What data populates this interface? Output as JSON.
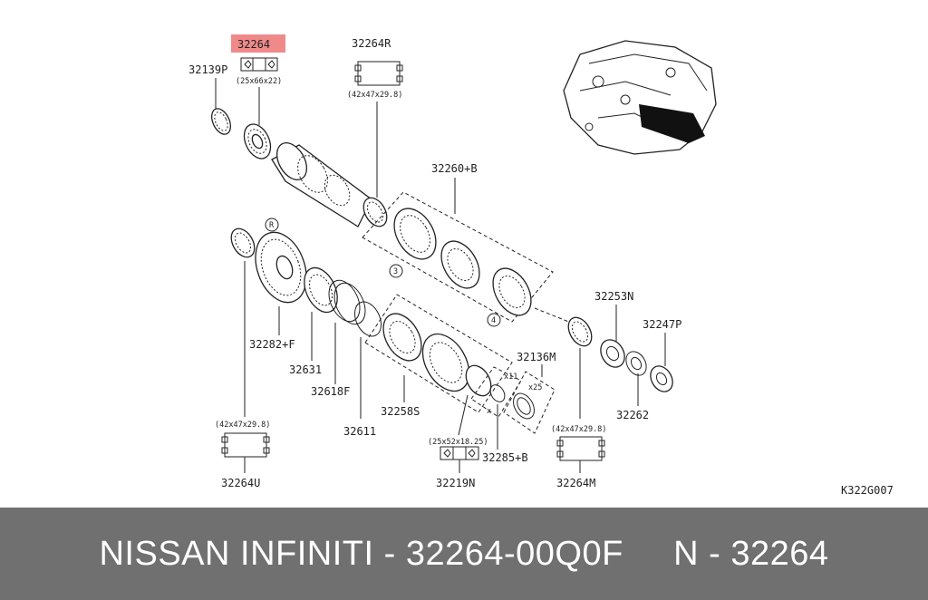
{
  "diagram": {
    "highlight_color": "#f08a8a",
    "labels": {
      "p32264": "32264",
      "p32139P": "32139P",
      "p32264R": "32264R",
      "p32260B": "32260+B",
      "p32253N": "32253N",
      "p32247P": "32247P",
      "p32262": "32262",
      "p32282F": "32282+F",
      "p32631": "32631",
      "p32618F": "32618F",
      "p32611": "32611",
      "p32258S": "32258S",
      "p32136M": "32136M",
      "p32285B": "32285+B",
      "p32219N": "32219N",
      "p32264U": "32264U",
      "p32264M": "32264M",
      "code": "K322G007"
    },
    "dims": {
      "d1": "(25x66x22)",
      "d2": "(42x47x29.8)",
      "d3": "(42x47x29.8)",
      "d4": "(42x47x29.8)",
      "d5": "(25x52x18.25)",
      "x11": "x11",
      "x25": "x25",
      "x": "x"
    },
    "markers": {
      "r": "R",
      "three": "3",
      "four": "4"
    }
  },
  "footer": {
    "text": "NISSAN INFINITI - 32264-00Q0F     N - 32264"
  },
  "colors": {
    "footer_bg": "#707070",
    "footer_text": "#ffffff"
  }
}
